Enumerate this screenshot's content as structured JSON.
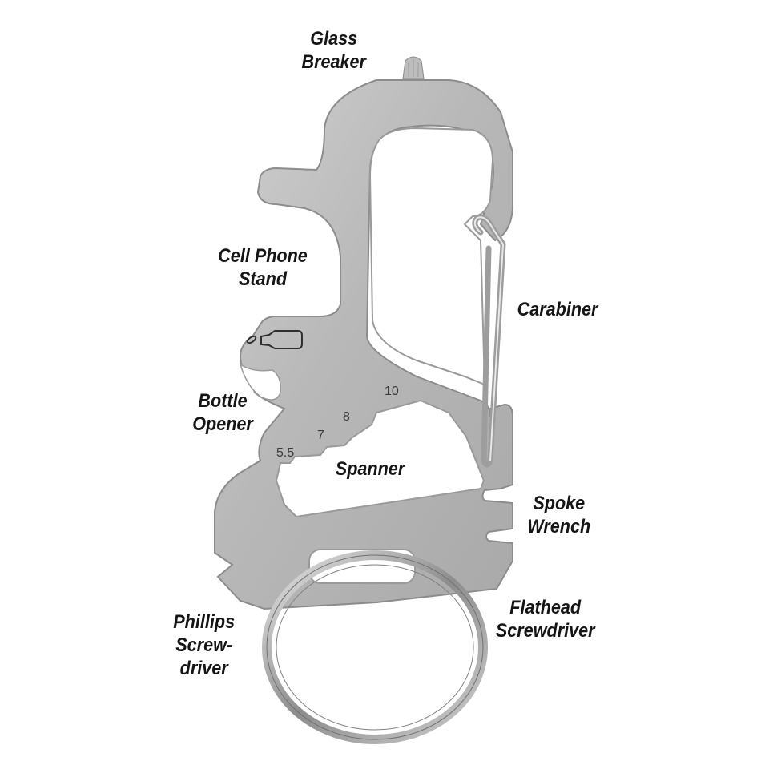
{
  "image": {
    "subject": "multi-tool keychain carabiner",
    "background_color": "#ffffff",
    "metal_color": "#b9b9b9",
    "label_color": "#151515"
  },
  "labels": {
    "glass_breaker": [
      "Glass",
      "Breaker"
    ],
    "cell_phone_stand": [
      "Cell Phone",
      "Stand"
    ],
    "carabiner": [
      "Carabiner"
    ],
    "bottle_opener": [
      "Bottle",
      "Opener"
    ],
    "spanner": [
      "Spanner"
    ],
    "spoke_wrench": [
      "Spoke",
      "Wrench"
    ],
    "flathead_screwdriver": [
      "Flathead",
      "Screwdriver"
    ],
    "phillips_screwdriver": [
      "Phillips",
      "Screw-",
      "driver"
    ]
  },
  "spanner_sizes": [
    "5.5",
    "7",
    "8",
    "10"
  ],
  "icons": {
    "bottle_icon": "bottle-outline-engraving"
  }
}
